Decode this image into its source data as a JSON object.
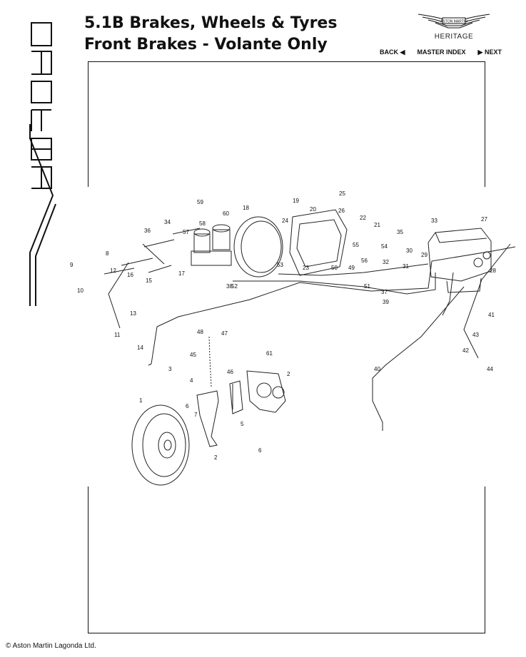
{
  "header": {
    "title_line1": "5.1B Brakes, Wheels & Tyres",
    "title_line2": "Front Brakes - Volante Only"
  },
  "brand": {
    "logo_text": "ASTON MARTIN",
    "heritage": "HERITAGE"
  },
  "nav": {
    "back": "BACK",
    "master_index": "MASTER INDEX",
    "next": "NEXT"
  },
  "side_logo": "Virage",
  "callouts": [
    "1",
    "2",
    "2",
    "3",
    "4",
    "5",
    "6",
    "6",
    "7",
    "8",
    "9",
    "10",
    "11",
    "12",
    "13",
    "14",
    "15",
    "16",
    "17",
    "18",
    "19",
    "20",
    "21",
    "22",
    "23",
    "24",
    "25",
    "26",
    "27",
    "28",
    "29",
    "30",
    "31",
    "32",
    "33",
    "34",
    "35",
    "36",
    "37",
    "38",
    "39",
    "40",
    "41",
    "42",
    "43",
    "44",
    "45",
    "46",
    "47",
    "48",
    "49",
    "50",
    "51",
    "52",
    "53",
    "54",
    "55",
    "56",
    "57",
    "58",
    "59",
    "60",
    "61"
  ],
  "footer": {
    "copyright": "© Aston Martin Lagonda Ltd."
  }
}
